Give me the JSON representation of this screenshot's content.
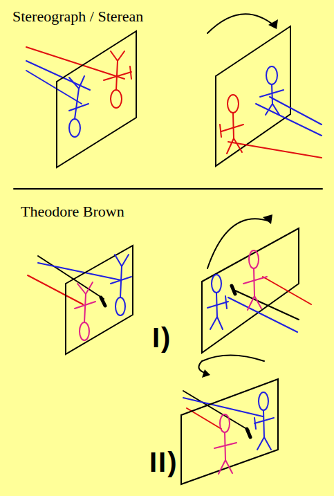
{
  "diagram": {
    "labels": [
      "Stereograph / Sterean",
      "Theodore Brown",
      "I)",
      "II)"
    ]
  }
}
